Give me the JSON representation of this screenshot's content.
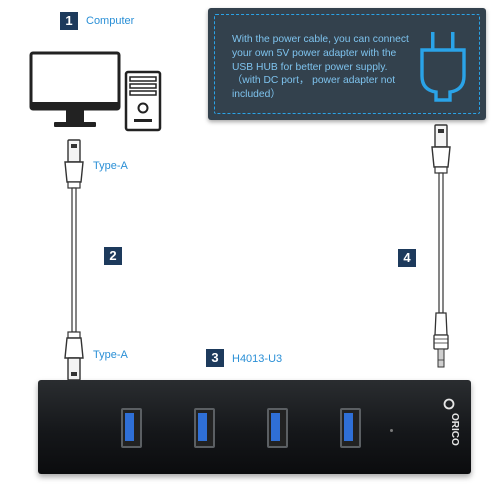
{
  "steps": [
    {
      "number": "1",
      "label": "Computer"
    },
    {
      "number": "2",
      "label": ""
    },
    {
      "number": "3",
      "label": "H4013-U3"
    },
    {
      "number": "4",
      "label": ""
    }
  ],
  "connectors": {
    "top": "Type-A",
    "bottom": "Type-A"
  },
  "note": {
    "text": "With the power cable, you can connect your own 5V power adapter with the USB HUB for better power supply.（with DC port， power adapter not included）"
  },
  "hub": {
    "brand": "ORICO",
    "port_count": 4
  },
  "colors": {
    "badge": "#1d3a5c",
    "label": "#2a8fd6",
    "note_bg": "#33414d",
    "note_text": "#7ec3ee",
    "usb_blue": "#2f6fd6"
  },
  "icons": [
    "monitor-icon",
    "desktop-tower-icon",
    "power-plug-icon",
    "usb-plug-icon",
    "dc-plug-icon"
  ]
}
